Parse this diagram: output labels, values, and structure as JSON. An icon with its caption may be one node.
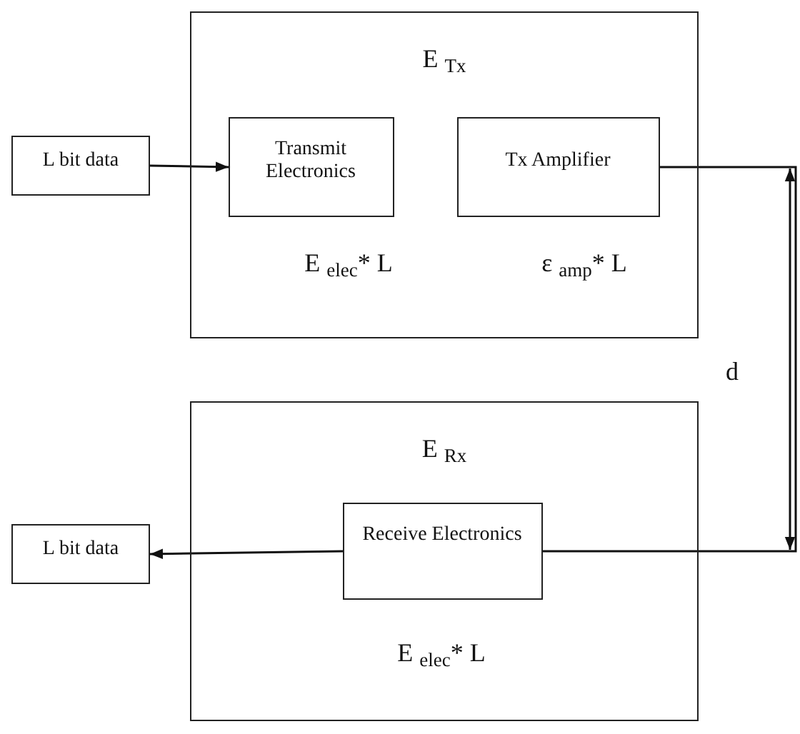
{
  "diagram": {
    "nodes": [
      {
        "text": [
          "E $_{Tx}$",
          "E $_{elec}$* L",
          "ε $_{amp}$* L"
        ]
      },
      {
        "text": [
          "L bit data"
        ]
      },
      {
        "text": [
          "Transmit Electronics"
        ],
        "in": 0
      },
      {
        "text": [
          "Tx Amplifier"
        ],
        "in": 0
      },
      {
        "text": [
          "E $_{Rx}$",
          "E $_{elec}$* L"
        ]
      },
      {
        "text": [
          "Receive Electronics"
        ],
        "in": 4
      },
      {
        "text": [
          "L bit data"
        ]
      }
    ],
    "edges": [
      {
        "from": 1,
        "to": 2,
        "arrow": "to"
      },
      {
        "from": 5,
        "to": 6,
        "arrow": "to"
      },
      {
        "from": 3,
        "to": 5,
        "arrow": "none"
      }
    ],
    "labels": [
      "d"
    ]
  }
}
